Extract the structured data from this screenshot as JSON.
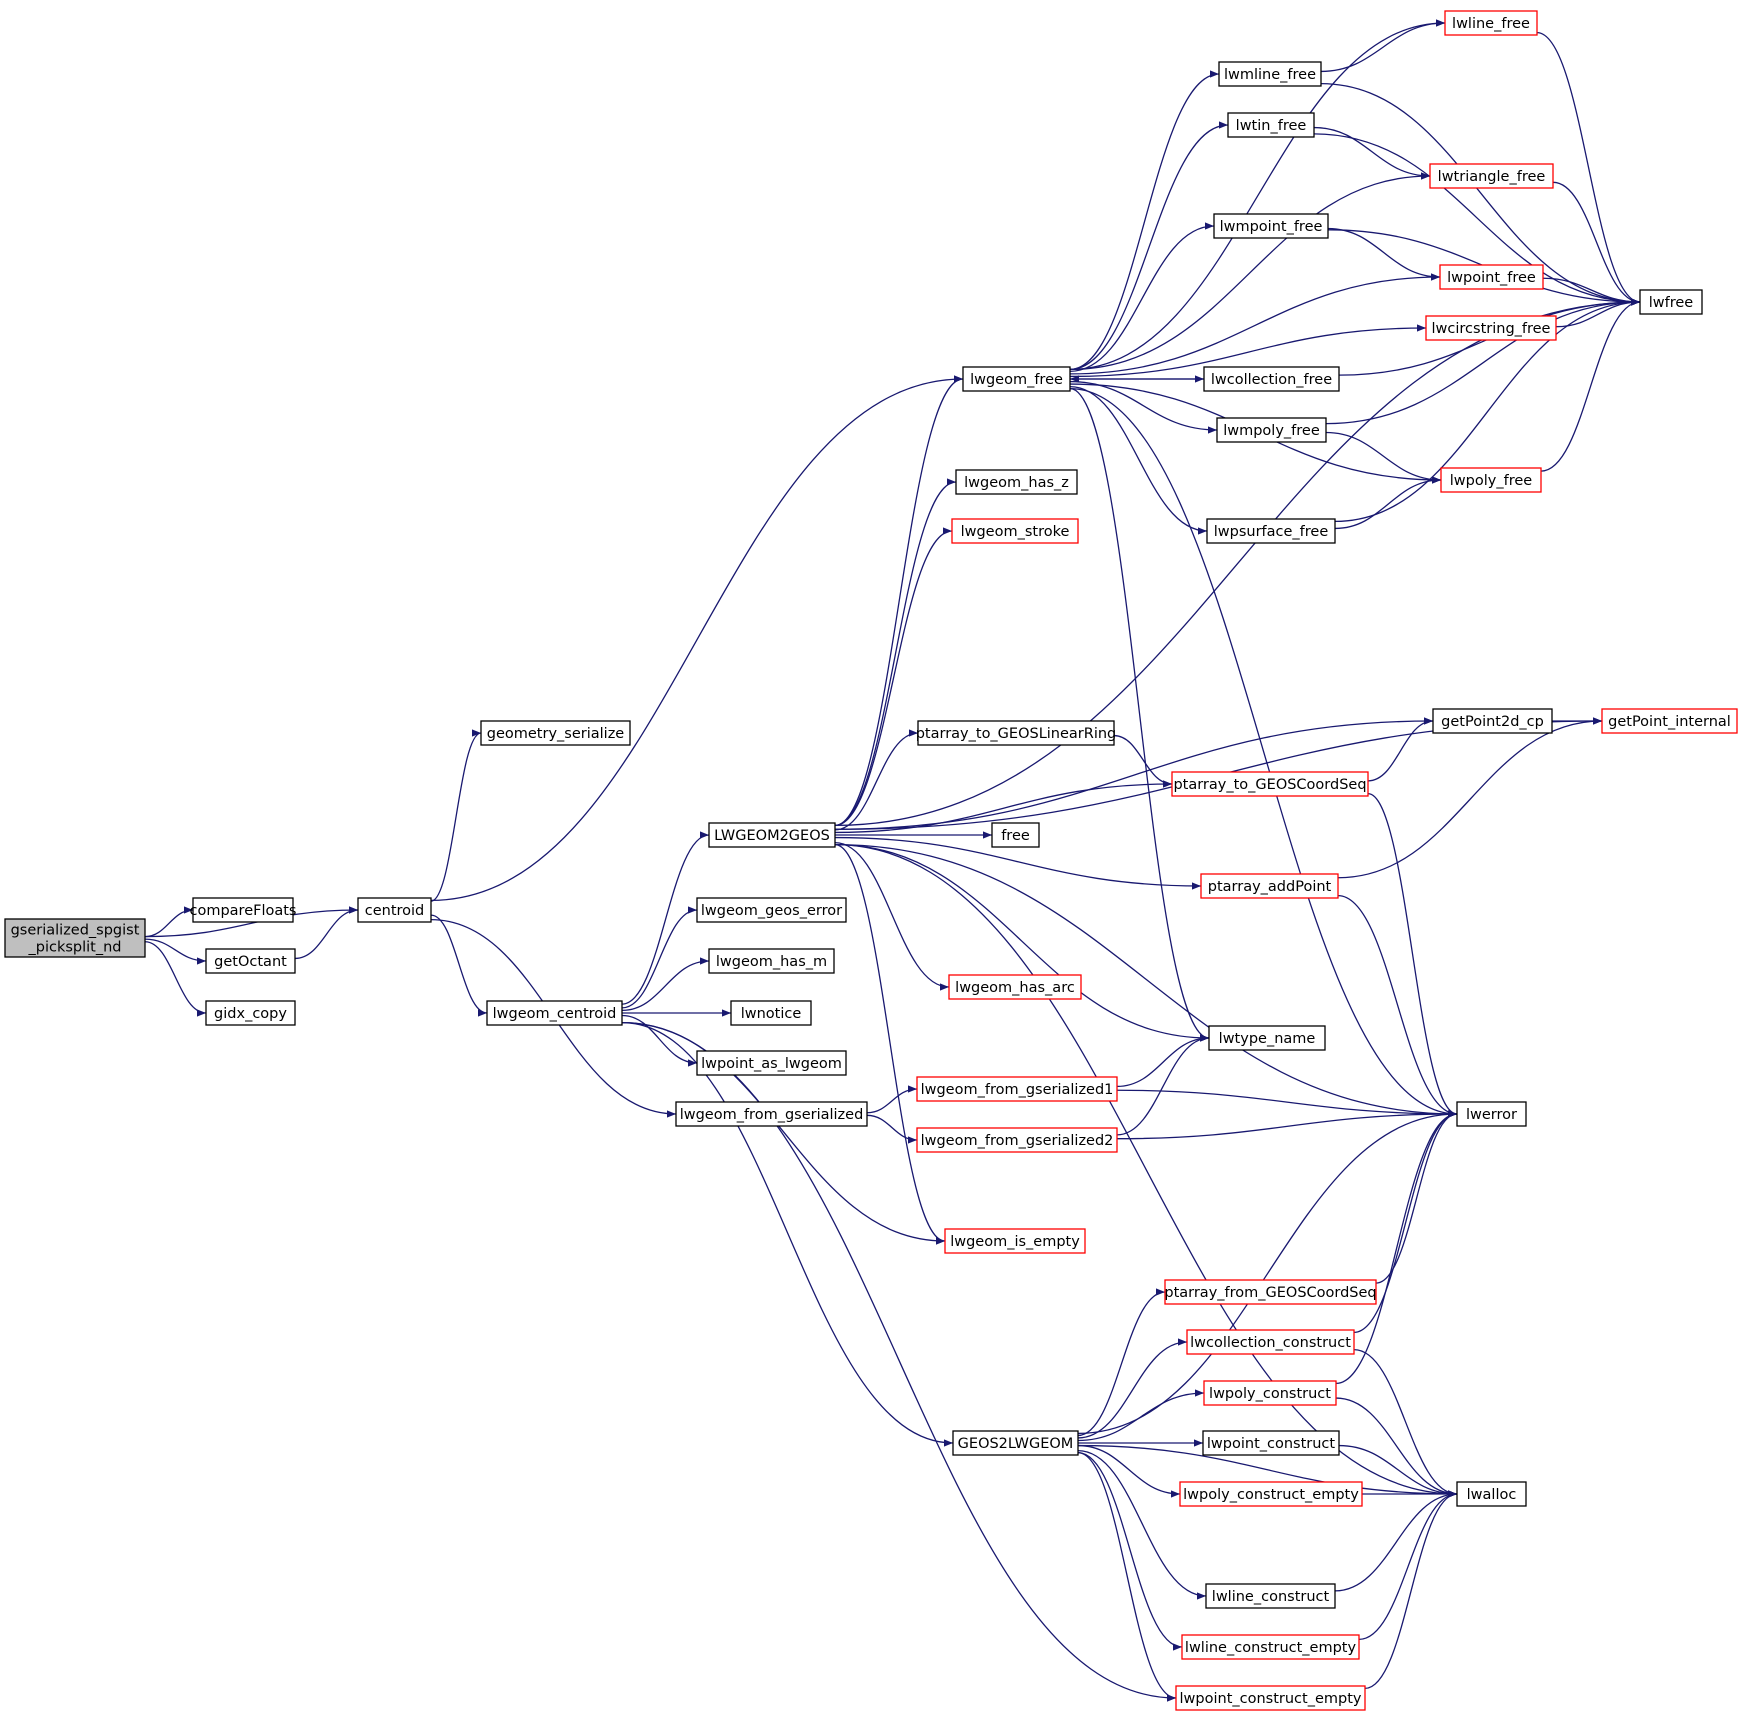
{
  "colors": {
    "edge": "#191970",
    "node_border": "#000000",
    "node_border_truncated": "#ff0000",
    "root_fill": "#bfbfbf",
    "node_fill": "#ffffff"
  },
  "nodes": [
    {
      "id": "root",
      "lines": [
        "gserialized_spgist",
        "_picksplit_nd"
      ],
      "style": "root"
    },
    {
      "id": "compareFloats",
      "lines": [
        "compareFloats"
      ],
      "style": "normal"
    },
    {
      "id": "getOctant",
      "lines": [
        "getOctant"
      ],
      "style": "normal"
    },
    {
      "id": "gidx_copy",
      "lines": [
        "gidx_copy"
      ],
      "style": "normal"
    },
    {
      "id": "centroid",
      "lines": [
        "centroid"
      ],
      "style": "normal"
    },
    {
      "id": "geometry_serialize",
      "lines": [
        "geometry_serialize"
      ],
      "style": "normal"
    },
    {
      "id": "lwgeom_centroid",
      "lines": [
        "lwgeom_centroid"
      ],
      "style": "normal"
    },
    {
      "id": "LWGEOM2GEOS",
      "lines": [
        "LWGEOM2GEOS"
      ],
      "style": "normal"
    },
    {
      "id": "lwgeom_geos_error",
      "lines": [
        "lwgeom_geos_error"
      ],
      "style": "normal"
    },
    {
      "id": "lwgeom_has_m",
      "lines": [
        "lwgeom_has_m"
      ],
      "style": "normal"
    },
    {
      "id": "lwnotice",
      "lines": [
        "lwnotice"
      ],
      "style": "normal"
    },
    {
      "id": "lwpoint_as_lwgeom",
      "lines": [
        "lwpoint_as_lwgeom"
      ],
      "style": "normal"
    },
    {
      "id": "lwgeom_from_gserialized",
      "lines": [
        "lwgeom_from_gserialized"
      ],
      "style": "normal"
    },
    {
      "id": "lwgeom_free",
      "lines": [
        "lwgeom_free"
      ],
      "style": "normal"
    },
    {
      "id": "lwgeom_has_z",
      "lines": [
        "lwgeom_has_z"
      ],
      "style": "normal"
    },
    {
      "id": "lwgeom_stroke",
      "lines": [
        "lwgeom_stroke"
      ],
      "style": "truncated"
    },
    {
      "id": "ptarray_to_GEOSLinearRing",
      "lines": [
        "ptarray_to_GEOSLinearRing"
      ],
      "style": "normal"
    },
    {
      "id": "free",
      "lines": [
        "free"
      ],
      "style": "normal"
    },
    {
      "id": "lwgeom_has_arc",
      "lines": [
        "lwgeom_has_arc"
      ],
      "style": "truncated"
    },
    {
      "id": "lwgeom_from_gserialized1",
      "lines": [
        "lwgeom_from_gserialized1"
      ],
      "style": "truncated"
    },
    {
      "id": "lwgeom_from_gserialized2",
      "lines": [
        "lwgeom_from_gserialized2"
      ],
      "style": "truncated"
    },
    {
      "id": "lwgeom_is_empty",
      "lines": [
        "lwgeom_is_empty"
      ],
      "style": "truncated"
    },
    {
      "id": "GEOS2LWGEOM",
      "lines": [
        "GEOS2LWGEOM"
      ],
      "style": "normal"
    },
    {
      "id": "lwline_free",
      "lines": [
        "lwline_free"
      ],
      "style": "truncated"
    },
    {
      "id": "lwmline_free",
      "lines": [
        "lwmline_free"
      ],
      "style": "normal"
    },
    {
      "id": "lwtin_free",
      "lines": [
        "lwtin_free"
      ],
      "style": "normal"
    },
    {
      "id": "lwtriangle_free",
      "lines": [
        "lwtriangle_free"
      ],
      "style": "truncated"
    },
    {
      "id": "lwmpoint_free",
      "lines": [
        "lwmpoint_free"
      ],
      "style": "normal"
    },
    {
      "id": "lwpoint_free",
      "lines": [
        "lwpoint_free"
      ],
      "style": "truncated"
    },
    {
      "id": "lwcircstring_free",
      "lines": [
        "lwcircstring_free"
      ],
      "style": "truncated"
    },
    {
      "id": "lwcollection_free",
      "lines": [
        "lwcollection_free"
      ],
      "style": "normal"
    },
    {
      "id": "lwmpoly_free",
      "lines": [
        "lwmpoly_free"
      ],
      "style": "normal"
    },
    {
      "id": "lwpoly_free",
      "lines": [
        "lwpoly_free"
      ],
      "style": "truncated"
    },
    {
      "id": "lwpsurface_free",
      "lines": [
        "lwpsurface_free"
      ],
      "style": "normal"
    },
    {
      "id": "lwfree",
      "lines": [
        "lwfree"
      ],
      "style": "normal"
    },
    {
      "id": "getPoint2d_cp",
      "lines": [
        "getPoint2d_cp"
      ],
      "style": "normal"
    },
    {
      "id": "getPoint_internal",
      "lines": [
        "getPoint_internal"
      ],
      "style": "truncated"
    },
    {
      "id": "ptarray_to_GEOSCoordSeq",
      "lines": [
        "ptarray_to_GEOSCoordSeq"
      ],
      "style": "truncated"
    },
    {
      "id": "ptarray_addPoint",
      "lines": [
        "ptarray_addPoint"
      ],
      "style": "truncated"
    },
    {
      "id": "lwtype_name",
      "lines": [
        "lwtype_name"
      ],
      "style": "normal"
    },
    {
      "id": "lwerror",
      "lines": [
        "lwerror"
      ],
      "style": "normal"
    },
    {
      "id": "ptarray_from_GEOSCoordSeq",
      "lines": [
        "ptarray_from_GEOSCoordSeq"
      ],
      "style": "truncated"
    },
    {
      "id": "lwcollection_construct",
      "lines": [
        "lwcollection_construct"
      ],
      "style": "truncated"
    },
    {
      "id": "lwpoly_construct",
      "lines": [
        "lwpoly_construct"
      ],
      "style": "truncated"
    },
    {
      "id": "lwpoint_construct",
      "lines": [
        "lwpoint_construct"
      ],
      "style": "normal"
    },
    {
      "id": "lwpoly_construct_empty",
      "lines": [
        "lwpoly_construct_empty"
      ],
      "style": "truncated"
    },
    {
      "id": "lwalloc",
      "lines": [
        "lwalloc"
      ],
      "style": "normal"
    },
    {
      "id": "lwline_construct",
      "lines": [
        "lwline_construct"
      ],
      "style": "normal"
    },
    {
      "id": "lwline_construct_empty",
      "lines": [
        "lwline_construct_empty"
      ],
      "style": "truncated"
    },
    {
      "id": "lwpoint_construct_empty",
      "lines": [
        "lwpoint_construct_empty"
      ],
      "style": "truncated"
    }
  ],
  "edges": [
    [
      "root",
      "compareFloats"
    ],
    [
      "root",
      "centroid"
    ],
    [
      "root",
      "getOctant"
    ],
    [
      "root",
      "gidx_copy"
    ],
    [
      "getOctant",
      "centroid"
    ],
    [
      "centroid",
      "geometry_serialize"
    ],
    [
      "centroid",
      "lwgeom_free"
    ],
    [
      "centroid",
      "lwgeom_centroid"
    ],
    [
      "centroid",
      "lwgeom_from_gserialized"
    ],
    [
      "lwgeom_centroid",
      "LWGEOM2GEOS"
    ],
    [
      "lwgeom_centroid",
      "lwgeom_geos_error"
    ],
    [
      "lwgeom_centroid",
      "lwgeom_has_m"
    ],
    [
      "lwgeom_centroid",
      "lwnotice"
    ],
    [
      "lwgeom_centroid",
      "lwpoint_as_lwgeom"
    ],
    [
      "lwgeom_centroid",
      "lwgeom_is_empty"
    ],
    [
      "lwgeom_centroid",
      "GEOS2LWGEOM"
    ],
    [
      "lwgeom_centroid",
      "lwpoint_construct_empty"
    ],
    [
      "LWGEOM2GEOS",
      "lwgeom_free"
    ],
    [
      "LWGEOM2GEOS",
      "lwgeom_has_z"
    ],
    [
      "LWGEOM2GEOS",
      "lwgeom_stroke"
    ],
    [
      "LWGEOM2GEOS",
      "lwfree"
    ],
    [
      "LWGEOM2GEOS",
      "getPoint_internal"
    ],
    [
      "LWGEOM2GEOS",
      "getPoint2d_cp"
    ],
    [
      "LWGEOM2GEOS",
      "ptarray_to_GEOSLinearRing"
    ],
    [
      "LWGEOM2GEOS",
      "ptarray_to_GEOSCoordSeq"
    ],
    [
      "LWGEOM2GEOS",
      "free"
    ],
    [
      "LWGEOM2GEOS",
      "ptarray_addPoint"
    ],
    [
      "LWGEOM2GEOS",
      "lwerror"
    ],
    [
      "LWGEOM2GEOS",
      "lwgeom_has_arc"
    ],
    [
      "LWGEOM2GEOS",
      "lwtype_name"
    ],
    [
      "LWGEOM2GEOS",
      "lwalloc"
    ],
    [
      "LWGEOM2GEOS",
      "lwgeom_is_empty"
    ],
    [
      "lwgeom_from_gserialized",
      "lwgeom_from_gserialized1"
    ],
    [
      "lwgeom_from_gserialized",
      "lwgeom_from_gserialized2"
    ],
    [
      "lwgeom_from_gserialized1",
      "lwtype_name"
    ],
    [
      "lwgeom_from_gserialized1",
      "lwerror"
    ],
    [
      "lwgeom_from_gserialized2",
      "lwtype_name"
    ],
    [
      "lwgeom_from_gserialized2",
      "lwerror"
    ],
    [
      "lwgeom_free",
      "lwline_free"
    ],
    [
      "lwgeom_free",
      "lwmline_free"
    ],
    [
      "lwgeom_free",
      "lwtin_free"
    ],
    [
      "lwgeom_free",
      "lwtriangle_free"
    ],
    [
      "lwgeom_free",
      "lwmpoint_free"
    ],
    [
      "lwgeom_free",
      "lwpoint_free"
    ],
    [
      "lwgeom_free",
      "lwcircstring_free"
    ],
    [
      "lwgeom_free",
      "lwcollection_free"
    ],
    [
      "lwgeom_free",
      "lwmpoly_free"
    ],
    [
      "lwgeom_free",
      "lwpoly_free"
    ],
    [
      "lwgeom_free",
      "lwpsurface_free"
    ],
    [
      "lwgeom_free",
      "lwtype_name"
    ],
    [
      "lwgeom_free",
      "lwerror"
    ],
    [
      "lwcollection_free",
      "lwgeom_free"
    ],
    [
      "lwcollection_free",
      "lwfree"
    ],
    [
      "lwmline_free",
      "lwline_free"
    ],
    [
      "lwmline_free",
      "lwfree"
    ],
    [
      "lwtin_free",
      "lwtriangle_free"
    ],
    [
      "lwtin_free",
      "lwfree"
    ],
    [
      "lwmpoint_free",
      "lwpoint_free"
    ],
    [
      "lwmpoint_free",
      "lwfree"
    ],
    [
      "lwmpoly_free",
      "lwpoly_free"
    ],
    [
      "lwmpoly_free",
      "lwfree"
    ],
    [
      "lwpsurface_free",
      "lwpoly_free"
    ],
    [
      "lwpsurface_free",
      "lwfree"
    ],
    [
      "lwline_free",
      "lwfree"
    ],
    [
      "lwtriangle_free",
      "lwfree"
    ],
    [
      "lwpoint_free",
      "lwfree"
    ],
    [
      "lwcircstring_free",
      "lwfree"
    ],
    [
      "lwpoly_free",
      "lwfree"
    ],
    [
      "ptarray_to_GEOSLinearRing",
      "ptarray_to_GEOSCoordSeq"
    ],
    [
      "ptarray_to_GEOSCoordSeq",
      "getPoint2d_cp"
    ],
    [
      "ptarray_to_GEOSCoordSeq",
      "lwerror"
    ],
    [
      "getPoint2d_cp",
      "getPoint_internal"
    ],
    [
      "ptarray_addPoint",
      "getPoint_internal"
    ],
    [
      "ptarray_addPoint",
      "lwerror"
    ],
    [
      "GEOS2LWGEOM",
      "lwerror"
    ],
    [
      "GEOS2LWGEOM",
      "ptarray_from_GEOSCoordSeq"
    ],
    [
      "GEOS2LWGEOM",
      "lwcollection_construct"
    ],
    [
      "GEOS2LWGEOM",
      "lwpoly_construct"
    ],
    [
      "GEOS2LWGEOM",
      "lwpoint_construct"
    ],
    [
      "GEOS2LWGEOM",
      "lwpoly_construct_empty"
    ],
    [
      "GEOS2LWGEOM",
      "lwalloc"
    ],
    [
      "GEOS2LWGEOM",
      "lwline_construct"
    ],
    [
      "GEOS2LWGEOM",
      "lwline_construct_empty"
    ],
    [
      "GEOS2LWGEOM",
      "lwpoint_construct_empty"
    ],
    [
      "ptarray_from_GEOSCoordSeq",
      "lwerror"
    ],
    [
      "lwcollection_construct",
      "lwerror"
    ],
    [
      "lwcollection_construct",
      "lwalloc"
    ],
    [
      "lwpoly_construct",
      "lwerror"
    ],
    [
      "lwpoly_construct",
      "lwalloc"
    ],
    [
      "lwpoint_construct",
      "lwalloc"
    ],
    [
      "lwpoly_construct_empty",
      "lwalloc"
    ],
    [
      "lwline_construct",
      "lwalloc"
    ],
    [
      "lwline_construct_empty",
      "lwalloc"
    ],
    [
      "lwpoint_construct_empty",
      "lwalloc"
    ]
  ]
}
